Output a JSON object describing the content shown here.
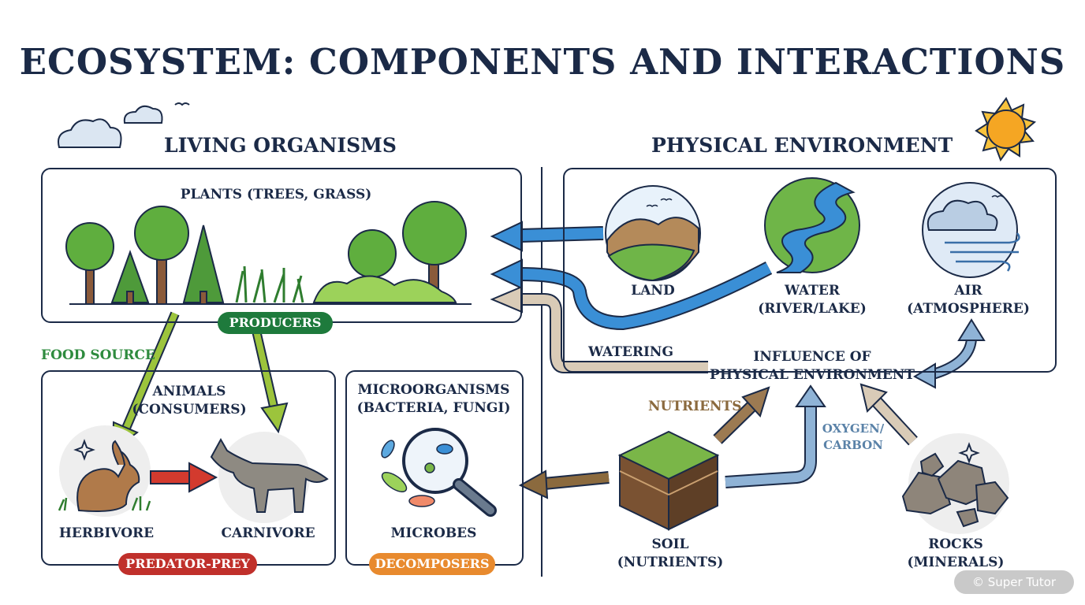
{
  "title": "ECOSYSTEM: COMPONENTS AND INTERACTIONS",
  "living": {
    "heading": "LIVING ORGANISMS",
    "plants_label": "PLANTS (TREES, GRASS)",
    "producers_badge": "PRODUCERS",
    "food_source": "FOOD SOURCE",
    "animals_label": "ANIMALS\n(CONSUMERS)",
    "herbivore": "HERBIVORE",
    "carnivore": "CARNIVORE",
    "predator_badge": "PREDATOR-PREY",
    "micro_label": "MICROORGANISMS\n(BACTERIA, FUNGI)",
    "microbes": "MICROBES",
    "decomposers_badge": "DECOMPOSERS"
  },
  "physical": {
    "heading": "PHYSICAL ENVIRONMENT",
    "land": "LAND",
    "water": "WATER\n(RIVER/LAKE)",
    "air": "AIR\n(ATMOSPHERE)",
    "influence": "INFLUENCE OF\nPHYSICAL ENVIRONMENT",
    "watering": "WATERING",
    "nutrients": "NUTRIENTS",
    "oxygen": "OXYGEN/\nCARBON",
    "soil": "SOIL\n(NUTRIENTS)",
    "rocks": "ROCKS\n(MINERALS)"
  },
  "credit": "© Super Tutor",
  "colors": {
    "navy": "#1b2a47",
    "producers_green": "#1e7a3c",
    "food_green": "#2e8b3e",
    "predator_red": "#c0302b",
    "decomposer_orange": "#e88a2e",
    "water_blue": "#3a8fd6",
    "nutrient_brown": "#8b6a3e",
    "oxygen_blue": "#5a82a8",
    "sun": "#f5b731"
  }
}
